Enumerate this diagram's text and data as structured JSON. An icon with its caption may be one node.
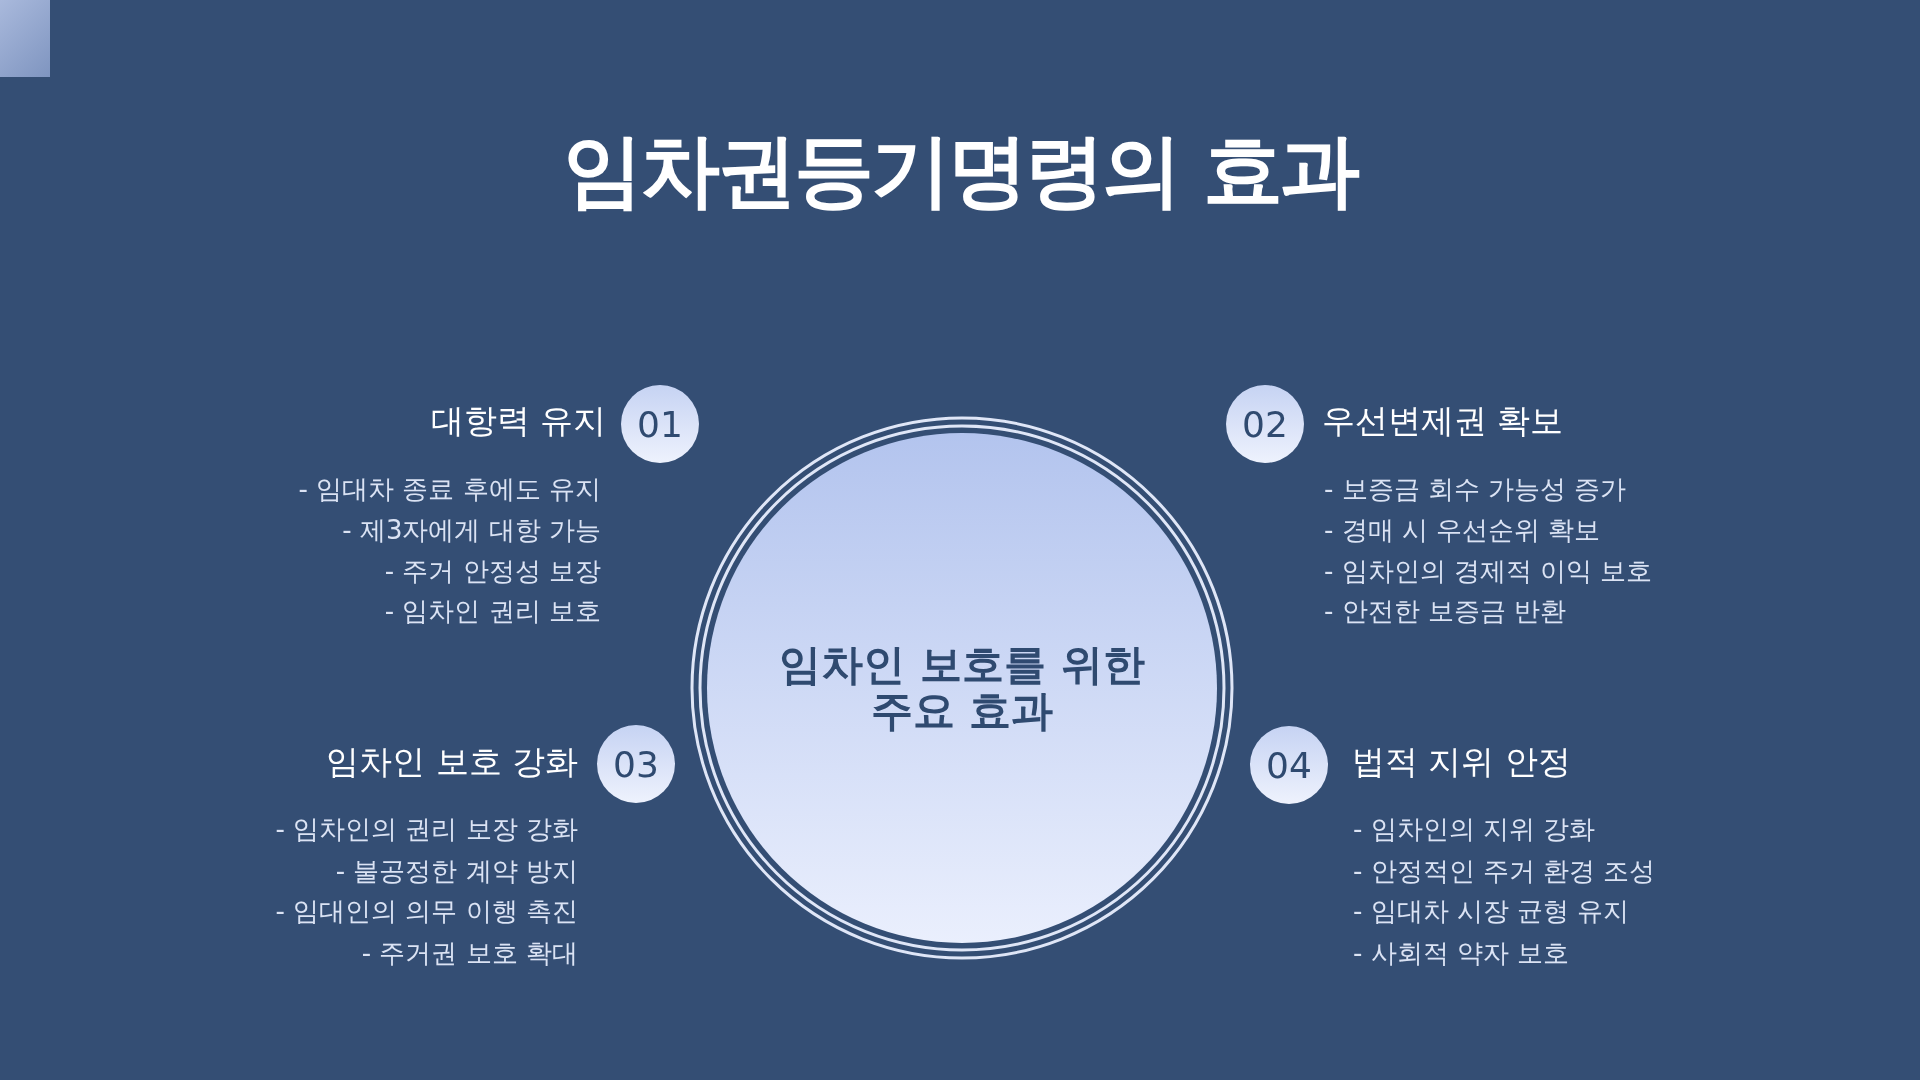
{
  "diagram": {
    "title": "임차권등기명령의 효과",
    "nodes": [
      {
        "text": [
          "임차인 보호를 위한 주요 효과"
        ]
      },
      {
        "text": [
          "01"
        ],
        "beside": [
          "대항력 유지",
          "- 임대차 종료 후에도 유지",
          "- 제3자에게 대항 가능",
          "- 주거 안정성 보장",
          "- 임차인 권리 보호"
        ]
      },
      {
        "text": [
          "02"
        ],
        "beside": [
          "우선변제권 확보",
          "- 보증금 회수 가능성 증가",
          "- 경매 시 우선순위 확보",
          "- 임차인의 경제적 이익 보호",
          "- 안전한 보증금 반환"
        ]
      },
      {
        "text": [
          "03"
        ],
        "beside": [
          "임차인 보호 강화",
          "- 임차인의 권리 보장 강화",
          "- 불공정한 계약 방지",
          "- 임대인의 의무 이행 촉진",
          "- 주거권 보호 확대"
        ]
      },
      {
        "text": [
          "04"
        ],
        "beside": [
          "법적 지위 안정",
          "- 임차인의 지위 강화",
          "- 안정적인 주거 환경 조성",
          "- 임대차 시장 균형 유지",
          "- 사회적 약자 보호"
        ]
      }
    ]
  }
}
